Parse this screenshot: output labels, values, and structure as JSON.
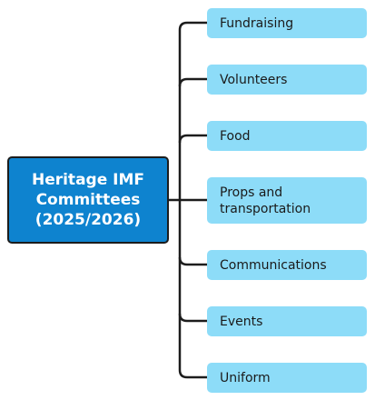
{
  "root": {
    "lines": [
      "Heritage IMF",
      "Committees",
      "(2025/2026)"
    ]
  },
  "children": [
    {
      "label": "Fundraising"
    },
    {
      "label": "Volunteers"
    },
    {
      "label": "Food"
    },
    {
      "label": "Props and transportation"
    },
    {
      "label": "Communications"
    },
    {
      "label": "Events"
    },
    {
      "label": "Uniform"
    }
  ],
  "colors": {
    "root_fill": "#0e83cf",
    "child_fill": "#8ddcf8",
    "connector": "#1c1c1c"
  }
}
